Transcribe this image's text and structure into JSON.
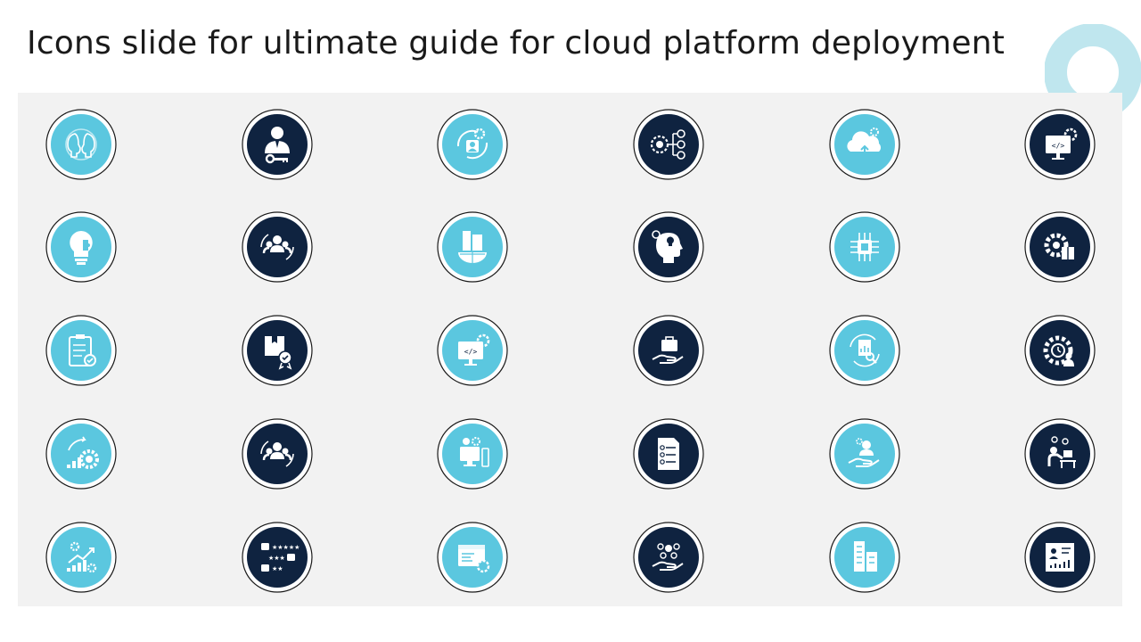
{
  "slide": {
    "title": "Icons slide for ultimate guide for cloud platform deployment"
  },
  "colors": {
    "dark": "#0f2340",
    "light": "#5bc7df",
    "panel": "#f2f2f2",
    "ring": "#1a1a1a",
    "glyph": "#ffffff",
    "decor": "#bfe6ee"
  },
  "icons": [
    {
      "name": "head-silhouettes-icon",
      "style": "light",
      "glyph": "heads"
    },
    {
      "name": "businessman-key-icon",
      "style": "dark",
      "glyph": "person-key"
    },
    {
      "name": "user-settings-cycle-icon",
      "style": "light",
      "glyph": "user-gear-cycle"
    },
    {
      "name": "network-users-icon",
      "style": "dark",
      "glyph": "gear-network"
    },
    {
      "name": "cloud-upload-gear-icon",
      "style": "light",
      "glyph": "cloud"
    },
    {
      "name": "monitor-code-gear-icon",
      "style": "dark",
      "glyph": "monitor-code"
    },
    {
      "name": "bulb-puzzle-icon",
      "style": "light",
      "glyph": "bulb"
    },
    {
      "name": "team-cycle-icon",
      "style": "dark",
      "glyph": "team"
    },
    {
      "name": "building-globe-icon",
      "style": "light",
      "glyph": "building-globe"
    },
    {
      "name": "head-idea-icon",
      "style": "dark",
      "glyph": "head-bulb"
    },
    {
      "name": "chip-circuit-icon",
      "style": "light",
      "glyph": "chip"
    },
    {
      "name": "gear-box-icon",
      "style": "dark",
      "glyph": "gear-box"
    },
    {
      "name": "clipboard-check-icon",
      "style": "light",
      "glyph": "clipboard"
    },
    {
      "name": "package-badge-icon",
      "style": "dark",
      "glyph": "package"
    },
    {
      "name": "monitor-code-settings-icon",
      "style": "light",
      "glyph": "monitor-code"
    },
    {
      "name": "hand-briefcase-icon",
      "style": "dark",
      "glyph": "hand-briefcase"
    },
    {
      "name": "report-search-icon",
      "style": "light",
      "glyph": "report-search"
    },
    {
      "name": "gear-person-icon",
      "style": "dark",
      "glyph": "gear-person"
    },
    {
      "name": "growth-gear-clock-icon",
      "style": "light",
      "glyph": "growth-gear"
    },
    {
      "name": "team-circle-icon",
      "style": "dark",
      "glyph": "team"
    },
    {
      "name": "computer-idea-icon",
      "style": "light",
      "glyph": "computer"
    },
    {
      "name": "checklist-document-icon",
      "style": "dark",
      "glyph": "checklist"
    },
    {
      "name": "hand-user-gear-icon",
      "style": "light",
      "glyph": "hand-user"
    },
    {
      "name": "person-desk-icon",
      "style": "dark",
      "glyph": "desk"
    },
    {
      "name": "chart-gears-icon",
      "style": "light",
      "glyph": "chart-gears"
    },
    {
      "name": "rating-feedback-icon",
      "style": "dark",
      "glyph": "rating"
    },
    {
      "name": "browser-settings-icon",
      "style": "light",
      "glyph": "browser"
    },
    {
      "name": "hand-network-icon",
      "style": "dark",
      "glyph": "hand-network"
    },
    {
      "name": "office-buildings-icon",
      "style": "light",
      "glyph": "buildings"
    },
    {
      "name": "presentation-chart-icon",
      "style": "dark",
      "glyph": "presentation"
    }
  ]
}
